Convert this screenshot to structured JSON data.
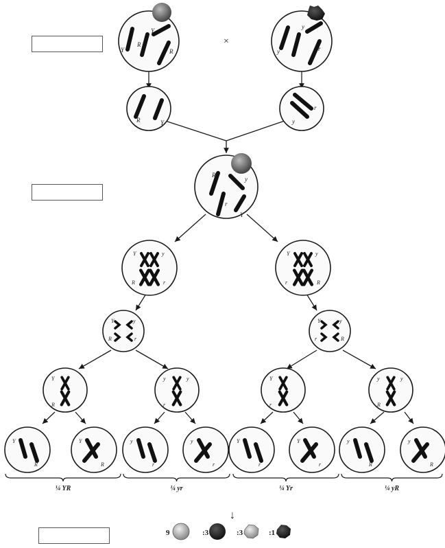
{
  "blank_labels": [
    "",
    "",
    ""
  ],
  "cross_symbol": "×",
  "arrow_down": "↓",
  "gamete_groups": [
    "¼ YR",
    "¼ yr",
    "¼ Yr",
    "¼ yR"
  ],
  "ratio": [
    {
      "count": "9",
      "pea": "round-yellow"
    },
    {
      "count": ":3",
      "pea": "round-green"
    },
    {
      "count": ":3",
      "pea": "wrinkled-yellow"
    },
    {
      "count": ":1",
      "pea": "wrinkled-green"
    }
  ],
  "colors": {
    "ink": "#1a1a1a",
    "cell_fill": "#fafafa",
    "pea_round": "#6a6a6a",
    "pea_dark": "#2a2a2a",
    "pea_light": "#aaaaaa"
  },
  "parents": {
    "left": {
      "pea": "round-yellow",
      "genes": [
        "Y",
        "Y",
        "R",
        "R"
      ]
    },
    "right": {
      "pea": "wrinkled-green",
      "genes": [
        "y",
        "y",
        "r",
        "r"
      ]
    }
  }
}
